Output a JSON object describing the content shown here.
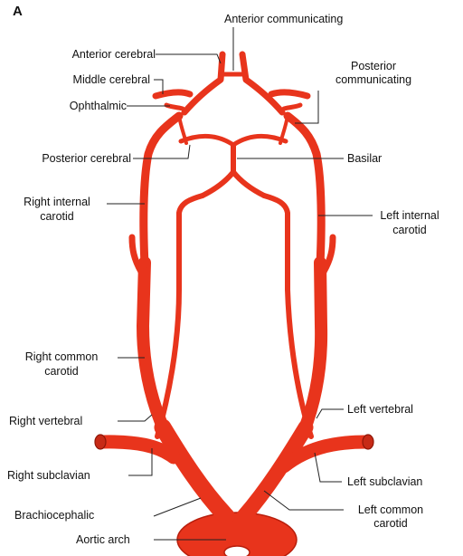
{
  "panel_letter": "A",
  "colors": {
    "artery": "#e8341c",
    "artery_dark": "#b81e0c",
    "leader": "#222222"
  },
  "labels": {
    "anterior_communicating": "Anterior communicating",
    "anterior_cerebral": "Anterior cerebral",
    "middle_cerebral": "Middle cerebral",
    "ophthalmic": "Ophthalmic",
    "posterior_communicating_1": "Posterior",
    "posterior_communicating_2": "communicating",
    "posterior_cerebral": "Posterior cerebral",
    "basilar": "Basilar",
    "right_internal_carotid_1": "Right internal",
    "right_internal_carotid_2": "carotid",
    "left_internal_carotid_1": "Left internal",
    "left_internal_carotid_2": "carotid",
    "right_common_carotid_1": "Right common",
    "right_common_carotid_2": "carotid",
    "right_vertebral": "Right vertebral",
    "left_vertebral": "Left vertebral",
    "right_subclavian": "Right subclavian",
    "left_subclavian": "Left subclavian",
    "brachiocephalic": "Brachiocephalic",
    "left_common_carotid_1": "Left common",
    "left_common_carotid_2": "carotid",
    "aortic_arch": "Aortic arch"
  }
}
